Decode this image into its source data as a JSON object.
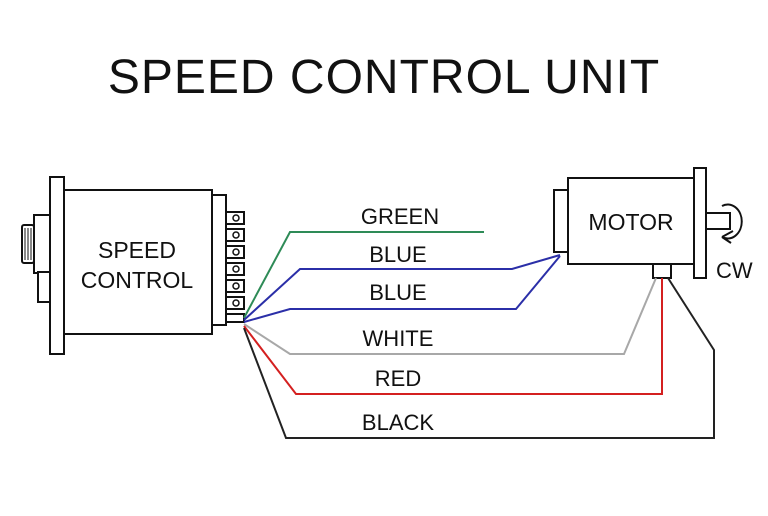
{
  "title": "SPEED CONTROL UNIT",
  "speed_control": {
    "line1": "SPEED",
    "line2": "CONTROL"
  },
  "motor": {
    "label": "MOTOR",
    "rotation": "CW"
  },
  "wires": [
    {
      "id": "green",
      "label": "GREEN",
      "color": "#2e8b57"
    },
    {
      "id": "blue-1",
      "label": "BLUE",
      "color": "#2b2fa8"
    },
    {
      "id": "blue-2",
      "label": "BLUE",
      "color": "#2b2fa8"
    },
    {
      "id": "white",
      "label": "WHITE",
      "color": "#a8a8a8"
    },
    {
      "id": "red",
      "label": "RED",
      "color": "#d42020"
    },
    {
      "id": "black",
      "label": "BLACK",
      "color": "#222222"
    }
  ]
}
